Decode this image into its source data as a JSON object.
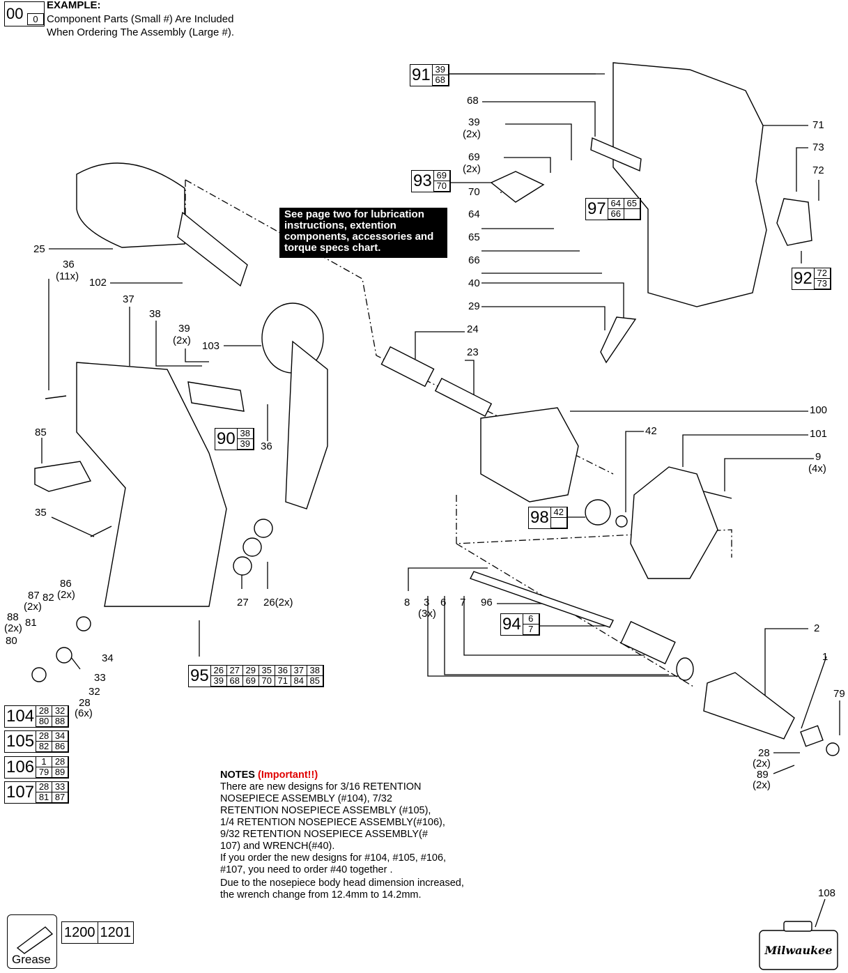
{
  "example": {
    "big": "00",
    "small": "0",
    "title": "EXAMPLE:",
    "line1": "Component Parts (Small #) Are Included",
    "line2": "When Ordering The Assembly (Large #)."
  },
  "notice": "See page two for lubrication instructions, extention components, accessories and torque specs chart.",
  "callouts": {
    "c68": "68",
    "c39a": "39",
    "c39a_q": "(2x)",
    "c69": "69",
    "c69_q": "(2x)",
    "c70": "70",
    "c64": "64",
    "c65": "65",
    "c66": "66",
    "c40": "40",
    "c29": "29",
    "c24": "24",
    "c23": "23",
    "c71": "71",
    "c73": "73",
    "c72": "72",
    "c100": "100",
    "c42": "42",
    "c101": "101",
    "c9": "9",
    "c9_q": "(4x)",
    "c25": "25",
    "c36a": "36",
    "c36a_q": "(11x)",
    "c102": "102",
    "c37": "37",
    "c38": "38",
    "c39b": "39",
    "c39b_q": "(2x)",
    "c103": "103",
    "c36b": "36",
    "c85": "85",
    "c35": "35",
    "c27": "27",
    "c26": "26(2x)",
    "c86": "86",
    "c86_q": "(2x)",
    "c87": "87",
    "c87_q": "(2x)",
    "c82": "82",
    "c88": "88",
    "c88_q": "(2x)",
    "c81": "81",
    "c80": "80",
    "c34": "34",
    "c33": "33",
    "c32": "32",
    "c28a": "28",
    "c28a_q": "(6x)",
    "c8": "8",
    "c3": "3",
    "c3_q": "(3x)",
    "c6": "6",
    "c7": "7",
    "c96": "96",
    "c2": "2",
    "c1": "1",
    "c79": "79",
    "c28b": "28",
    "c28b_q": "(2x)",
    "c89": "89",
    "c89_q": "(2x)",
    "c108": "108"
  },
  "kits": {
    "k91": {
      "big": "91",
      "parts": [
        "39",
        "68"
      ]
    },
    "k93": {
      "big": "93",
      "parts": [
        "69",
        "70"
      ]
    },
    "k97": {
      "big": "97",
      "parts": [
        "64",
        "65",
        "66",
        ""
      ]
    },
    "k92": {
      "big": "92",
      "parts": [
        "72",
        "73"
      ]
    },
    "k90": {
      "big": "90",
      "parts": [
        "38",
        "39"
      ]
    },
    "k98": {
      "big": "98",
      "parts": [
        "42",
        ""
      ]
    },
    "k94": {
      "big": "94",
      "parts": [
        "6",
        "7"
      ]
    },
    "k95": {
      "big": "95",
      "parts": [
        "26",
        "27",
        "29",
        "35",
        "36",
        "37",
        "38",
        "39",
        "68",
        "69",
        "70",
        "71",
        "84",
        "85"
      ]
    },
    "k104": {
      "big": "104",
      "parts": [
        "28",
        "32",
        "80",
        "88"
      ]
    },
    "k105": {
      "big": "105",
      "parts": [
        "28",
        "34",
        "82",
        "86"
      ]
    },
    "k106": {
      "big": "106",
      "parts": [
        "1",
        "28",
        "79",
        "89"
      ]
    },
    "k107": {
      "big": "107",
      "parts": [
        "28",
        "33",
        "81",
        "87"
      ]
    }
  },
  "notes": {
    "title": "NOTES",
    "important": "(Important!!)",
    "important_color": "#e00000",
    "lines": [
      "There are new designs for 3/16 RETENTION",
      "NOSEPIECE ASSEMBLY (#104), 7/32",
      "RETENTION NOSEPIECE ASSEMBLY (#105),",
      "1/4 RETENTION NOSEPIECE ASSEMBLY(#106),",
      "9/32 RETENTION NOSEPIECE ASSEMBLY(#",
      "107) and WRENCH(#40).",
      "If you order the new designs for #104, #105, #106,",
      "#107, you need to order #40 together ."
    ],
    "line9": "Due to the nosepiece body head dimension increased,",
    "line10": "the wrench change from 12.4mm to 14.2mm."
  },
  "grease_label": "Grease",
  "refs": [
    "1200",
    "1201"
  ],
  "case_brand": "Milwaukee"
}
